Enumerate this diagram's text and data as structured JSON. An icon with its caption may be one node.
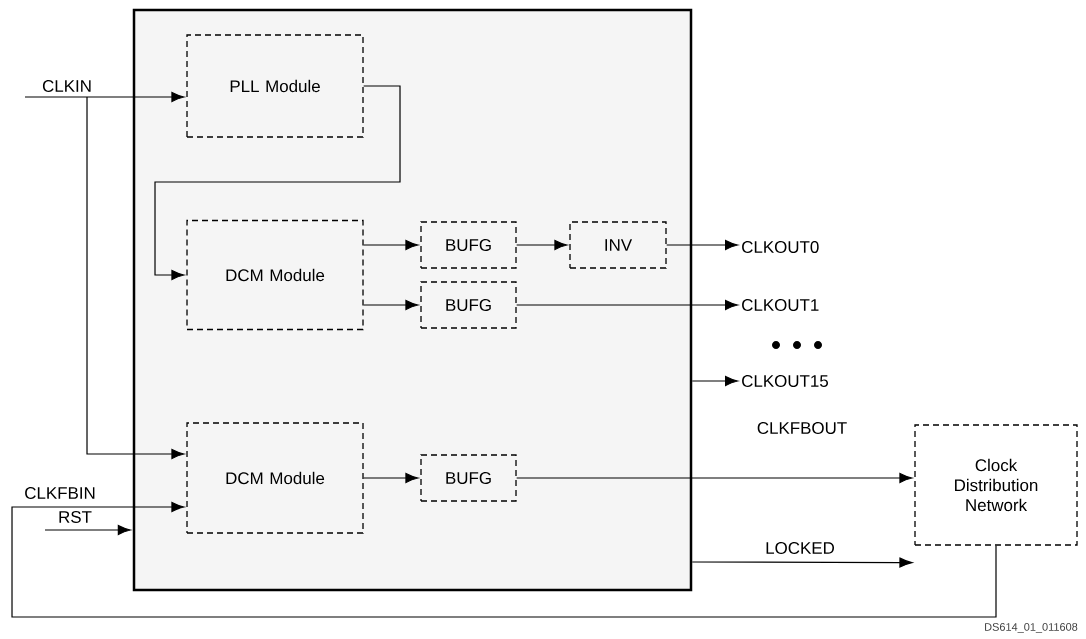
{
  "diagram": {
    "nodes": [
      {
        "text": [],
        "shape": "box"
      },
      {
        "text": [
          "PLL Module"
        ],
        "in": 0
      },
      {
        "text": [
          "DCM Module"
        ],
        "in": 0
      },
      {
        "text": [
          "BUFG"
        ],
        "in": 0
      },
      {
        "text": [
          "INV"
        ],
        "in": 0
      },
      {
        "text": [
          "BUFG"
        ],
        "in": 0
      },
      {
        "text": [
          "DCM Module"
        ],
        "in": 0
      },
      {
        "text": [
          "BUFG"
        ],
        "in": 0
      },
      {
        "text": [
          "CLKOUT0"
        ]
      },
      {
        "text": [
          "CLKOUT1"
        ]
      },
      {
        "text": [
          "CLKOUT15"
        ]
      },
      {
        "text": [
          "Clock Distribution Network"
        ]
      }
    ],
    "edges": [
      {
        "from": null,
        "to": 1,
        "arrow": "to",
        "label": "CLKIN"
      },
      {
        "from": null,
        "to": 6,
        "arrow": "to"
      },
      {
        "from": 1,
        "to": 2,
        "arrow": "to"
      },
      {
        "from": 2,
        "to": 3,
        "arrow": "to"
      },
      {
        "from": 3,
        "to": 4,
        "arrow": "to"
      },
      {
        "from": 2,
        "to": 5,
        "arrow": "to"
      },
      {
        "from": 4,
        "to": 8,
        "arrow": "to"
      },
      {
        "from": 5,
        "to": 9,
        "arrow": "to"
      },
      {
        "from": 0,
        "to": 10,
        "arrow": "to"
      },
      {
        "from": 6,
        "to": 7,
        "arrow": "to"
      },
      {
        "from": 7,
        "to": 11,
        "arrow": "to",
        "label": "CLKFBOUT"
      },
      {
        "from": 11,
        "to": 6,
        "arrow": "to",
        "label": "CLKFBIN"
      },
      {
        "from": null,
        "to": 0,
        "arrow": "to",
        "label": "RST"
      },
      {
        "from": 0,
        "to": 11,
        "arrow": "to",
        "label": "LOCKED"
      }
    ],
    "labels": [
      "DS614_01_011608"
    ]
  }
}
